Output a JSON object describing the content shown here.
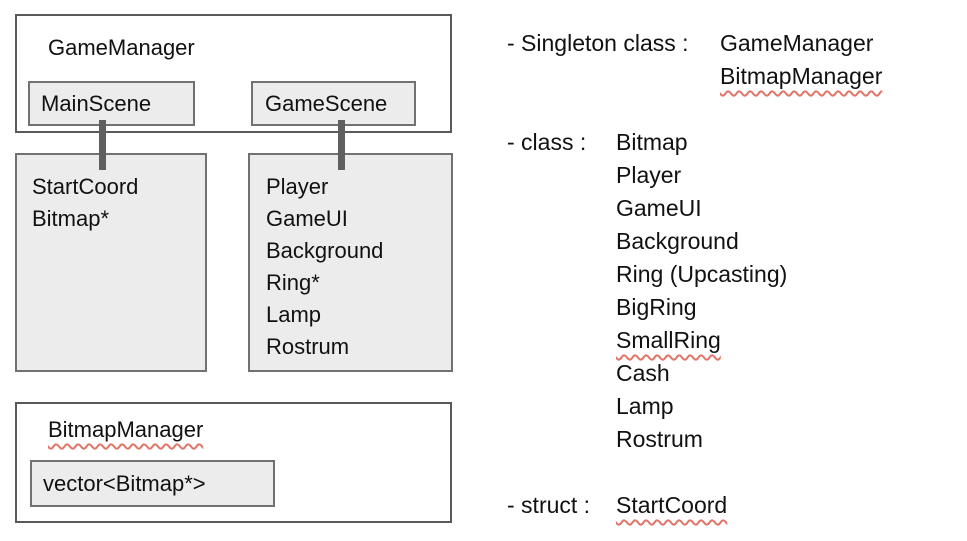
{
  "colors": {
    "background": "#ffffff",
    "outer_box_border": "#595959",
    "gray_box_fill": "#ececec",
    "gray_box_border": "#717171",
    "connector": "#5f5f5f",
    "text": "#111111",
    "spellcheck_squiggle": "#e0756a"
  },
  "diagram": {
    "game_manager_box": {
      "title": "GameManager",
      "main_scene_label": "MainScene",
      "game_scene_label": "GameScene"
    },
    "start_coord_box": {
      "items": [
        "StartCoord",
        "Bitmap*"
      ]
    },
    "game_scene_box": {
      "items": [
        "Player",
        "GameUI",
        "Background",
        "Ring*",
        "Lamp",
        "Rostrum"
      ]
    },
    "bitmap_manager_box": {
      "title": "BitmapManager",
      "member": "vector<Bitmap*>"
    }
  },
  "notes": {
    "singleton_prefix": "- Singleton class :",
    "singleton_values": [
      "GameManager",
      "BitmapManager"
    ],
    "class_prefix": "- class :",
    "class_values": [
      "Bitmap",
      "Player",
      "GameUI",
      "Background",
      "Ring (Upcasting)",
      "BigRing",
      "SmallRing",
      "Cash",
      "Lamp",
      "Rostrum"
    ],
    "struct_prefix": "- struct :",
    "struct_value": "StartCoord"
  }
}
